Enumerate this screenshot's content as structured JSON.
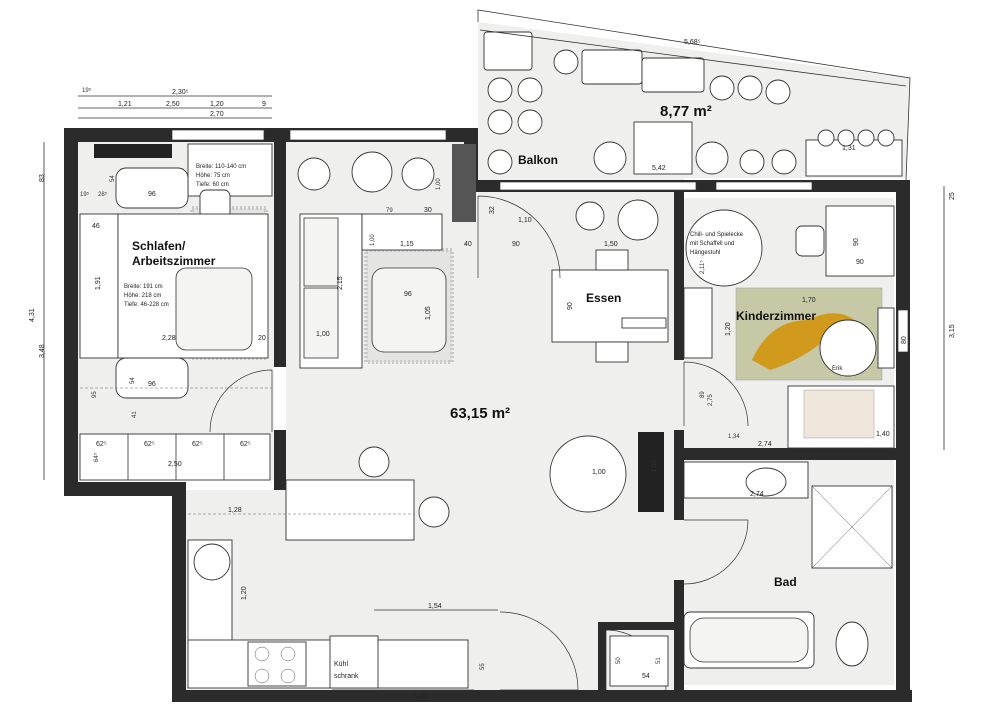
{
  "rooms": {
    "balkon": "Balkon",
    "schlafen_l1": "Schlafen/",
    "schlafen_l2": "Arbeitszimmer",
    "essen": "Essen",
    "kinderzimmer": "Kinderzimmer",
    "bad": "Bad"
  },
  "areas": {
    "balkon": "8,77 m²",
    "main": "63,15 m²"
  },
  "notes": {
    "desk_breite": "Breite: 110-140 cm",
    "desk_hoehe": "Höhe: 75 cm",
    "desk_tiefe": "Tiefe: 60 cm",
    "wardrobe_breite": "Breite: 191 cm",
    "wardrobe_hoehe": "Höhe: 218 cm",
    "wardrobe_tiefe": "Tiefe: 46-228 cm",
    "chill_l1": "Chill- und Spielecke",
    "chill_l2": "mit Schaffell und",
    "chill_l3": "Hängestuhl",
    "kuehl_l1": "Kühl",
    "kuehl_l2": "schrank",
    "erik": "Erik"
  },
  "dims": {
    "top_230": "2,30⁵",
    "top_19": "19⁵",
    "top_121": "1,21",
    "top_250": "2,50",
    "top_120": "1,20",
    "top_9": "9",
    "top_270": "2,70",
    "balkon_568": "5,68⁵",
    "balkon_542": "5,42",
    "balkon_131": "1,31",
    "left_431": "4,31",
    "left_348": "3,48",
    "left_83": "83",
    "right_315": "3,15",
    "right_25": "25",
    "d_96a": "96",
    "d_96b": "96",
    "d_96c": "96",
    "d_28": "28⁵",
    "d_19b": "19⁵",
    "d_54": "54",
    "d_46": "46",
    "d_191": "1,91",
    "d_228": "2,28",
    "d_20": "20",
    "d_95": "95",
    "d_41": "41",
    "d_54b": "54",
    "d_62a": "62⁵",
    "d_62b": "62⁵",
    "d_62c": "62⁵",
    "d_62d": "62⁵",
    "d_64": "64⁵",
    "d_250b": "2,50",
    "d_79": "79",
    "d_30": "30",
    "d_100a": "1,00",
    "d_115": "1,15",
    "d_215": "2,15",
    "d_100b": "1,00",
    "d_105": "1,05",
    "d_100c": "1,00",
    "d_32": "32",
    "d_110": "1,10",
    "d_40": "40",
    "d_90a": "90",
    "d_150": "1,50",
    "d_90b": "90",
    "d_90c": "90",
    "d_90d": "90",
    "d_170": "1,70",
    "d_120a": "1,20",
    "d_80": "80",
    "d_211": "2,11⁵",
    "d_275": "2,75",
    "d_89": "89",
    "d_134": "1,34",
    "d_274a": "2,74",
    "d_140": "1,40",
    "d_100d": "1,00",
    "d_100e": "1,00",
    "d_274b": "2,74",
    "d_128": "1,28",
    "d_120b": "1,20",
    "d_154": "1,54",
    "d_55": "55",
    "d_120c": "1,20",
    "d_54c": "54",
    "d_50": "50",
    "d_51": "51"
  }
}
